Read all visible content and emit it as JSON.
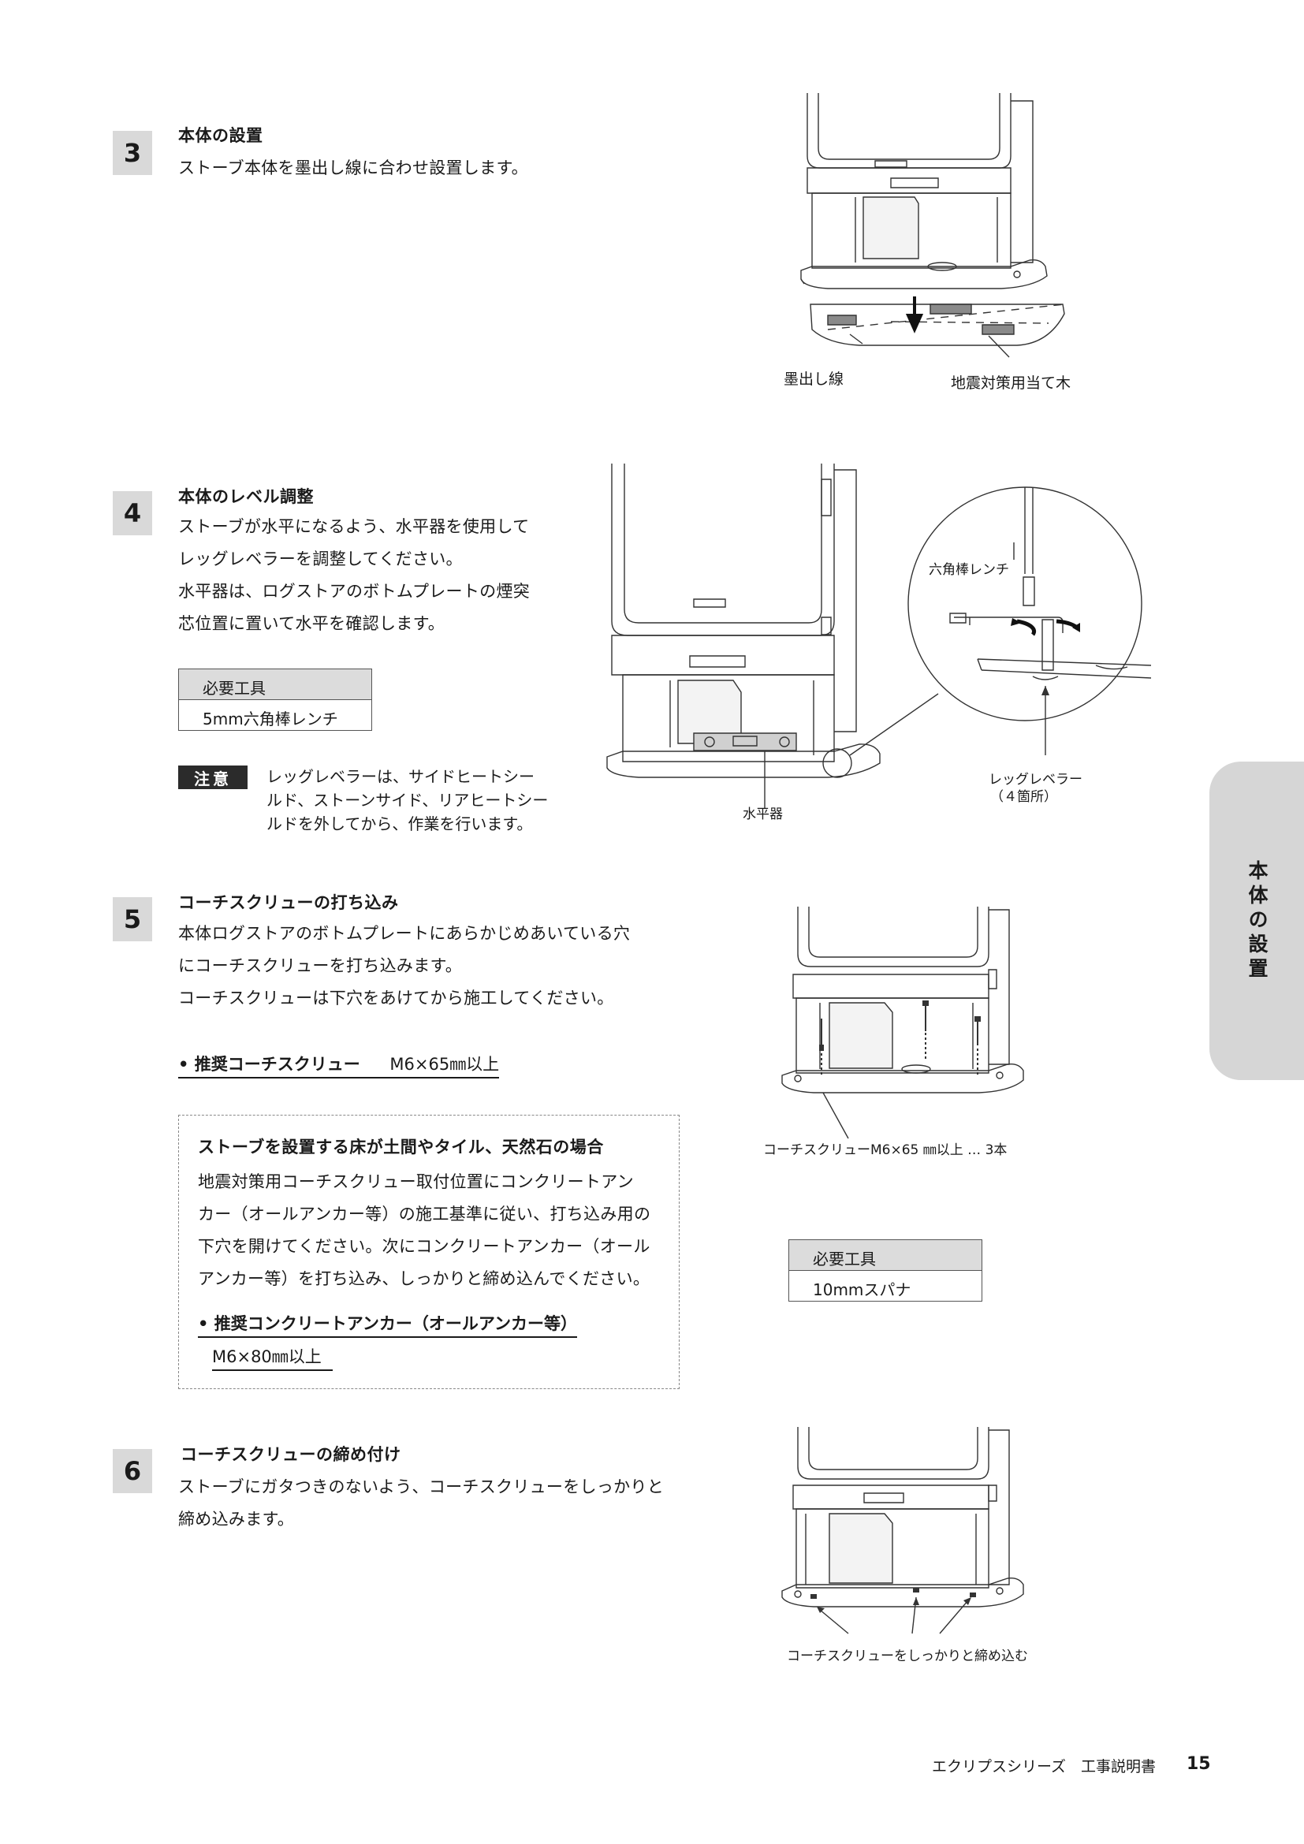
{
  "steps": [
    {
      "number": "3",
      "title": "本体の設置",
      "lines": [
        "ストーブ本体を墨出し線に合わせ設置します。"
      ],
      "figure_labels": [
        "墨出し線",
        "地震対策用当て木"
      ]
    },
    {
      "number": "4",
      "title": "本体のレベル調整",
      "lines": [
        "ストーブが水平になるよう、水平器を使用して",
        "レッグレベラーを調整してください。",
        "水平器は、ログストアのボトムプレートの煙突",
        "芯位置に置いて水平を確認します。"
      ],
      "tools_header": "必要工具",
      "tools_value": "5mm六角棒レンチ",
      "caution_tag": "注意",
      "caution_lines": [
        "レッグレベラーは、サイドヒートシー",
        "ルド、ストーンサイド、リアヒートシー",
        "ルドを外してから、作業を行います。"
      ],
      "figure_labels": [
        "六角棒レンチ",
        "水平器",
        "レッグレベラー",
        "（４箇所）"
      ]
    },
    {
      "number": "5",
      "title": "コーチスクリューの打ち込み",
      "lines": [
        "本体ログストアのボトムプレートにあらかじめあいている穴",
        "にコーチスクリューを打ち込みます。",
        "コーチスクリューは下穴をあけてから施工してください。"
      ],
      "recommend_prefix": "• 推奨コーチスクリュー",
      "recommend_value": "M6×65㎜以上",
      "box_title": "ストーブを設置する床が土間やタイル、天然石の場合",
      "box_lines": [
        "地震対策用コーチスクリュー取付位置にコンクリートアン",
        "カー（オールアンカー等）の施工基準に従い、打ち込み用の",
        "下穴を開けてください。次にコンクリートアンカー（オール",
        "アンカー等）を打ち込み、しっかりと締め込んでください。"
      ],
      "box_recommend_line1": "• 推奨コンクリートアンカー（オールアンカー等）",
      "box_recommend_line2": "M6×80㎜以上",
      "figure_label": "コーチスクリューM6×65 ㎜以上 … 3本",
      "tools_header": "必要工具",
      "tools_value": "10mmスパナ"
    },
    {
      "number": "6",
      "title": "コーチスクリューの締め付け",
      "lines": [
        "ストーブにガタつきのないよう、コーチスクリューをしっかりと",
        "締め込みます。"
      ],
      "figure_label": "コーチスクリューをしっかりと締め込む"
    }
  ],
  "side_tab": "本体の設置",
  "footer": {
    "text": "エクリプスシリーズ　工事説明書",
    "page": "15"
  },
  "colors": {
    "step_box": "#d9d9d9",
    "tab": "#d6d6d6",
    "caution": "#2b2b2b",
    "line": "#333333"
  }
}
